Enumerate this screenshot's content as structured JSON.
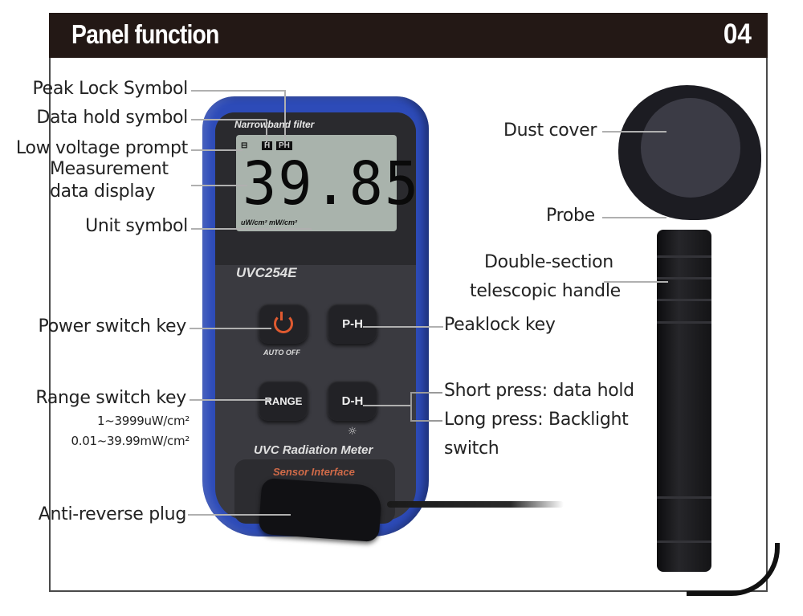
{
  "header": {
    "title": "Panel function",
    "page_number": "04"
  },
  "meter": {
    "filter_label": "Narrowband filter",
    "lcd": {
      "battery_icon": "battery-icon",
      "hold_indicator": "H",
      "peak_indicator": "PH",
      "reading": "39.85",
      "units": "uW/cm² mW/cm²"
    },
    "model": "UVC254E",
    "keys": {
      "power_icon": "power-icon",
      "power_sublabel": "AUTO OFF",
      "peak_hold": "P-H",
      "range": "RANGE",
      "data_hold": "D-H",
      "backlight_icon": "☼"
    },
    "product_name": "UVC Radiation Meter",
    "sensor_label": "Sensor Interface"
  },
  "callouts_left": {
    "peak_lock": "Peak Lock Symbol",
    "data_hold": "Data hold symbol",
    "low_voltage": "Low voltage prompt",
    "measurement_1": "Measurement",
    "measurement_2": "data display",
    "unit_symbol": "Unit symbol",
    "power_key": "Power switch key",
    "range_key": "Range switch key",
    "range_1": "1~3999uW/cm²",
    "range_2": "0.01~39.99mW/cm²",
    "anti_reverse": "Anti-reverse plug"
  },
  "callouts_right": {
    "peaklock_key": "Peaklock key",
    "short_press": "Short press: data hold",
    "long_press_1": "Long press: Backlight",
    "long_press_2": "switch",
    "dust_cover": "Dust cover",
    "probe": "Probe",
    "handle_1": "Double-section",
    "handle_2": "telescopic handle"
  }
}
